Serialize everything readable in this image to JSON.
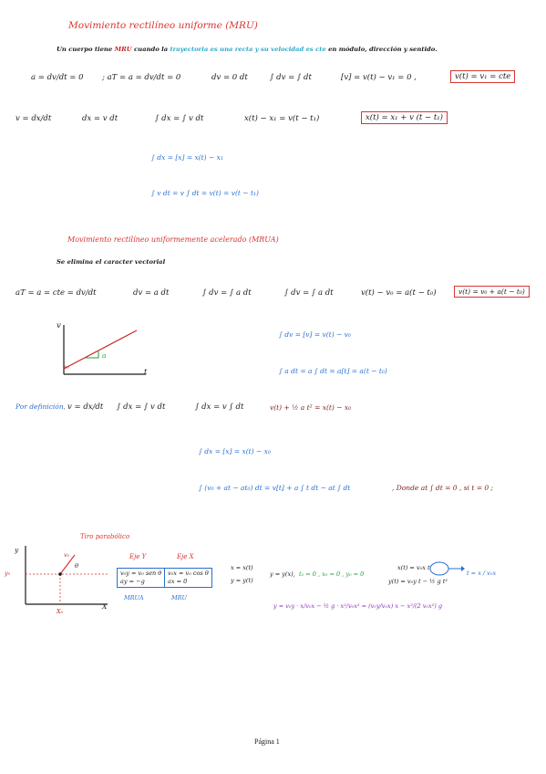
{
  "mru": {
    "title": "Movimiento rectilíneo uniforme (MRU)",
    "intro_a": "Un cuerpo tiene ",
    "intro_mru": "MRU",
    "intro_b": " cuando la ",
    "intro_c": "trayectoria es una recta y su velocidad es cte",
    "intro_d": " en módulo, dirección y sentido.",
    "eq1a": "a = dv/dt = 0",
    "eq1b": "; aT = a = dv/dt = 0",
    "eq1c": "dv = 0 dt",
    "eq1d": "∫ dv = ∫ dt",
    "eq1e": "[v] = v(t) − v₁ = 0 ,",
    "eq1box": "v(t) = v₁ = cte",
    "eq2a": "v = dx/dt",
    "eq2b": "dx = v dt",
    "eq2c": "∫ dx = ∫ v dt",
    "eq2d": "x(t) − x₁ = v(t − t₁)",
    "eq2box": "x(t) = x₁ + v (t − t₁)",
    "eq3": "∫ dx = [x] = x(t) − x₁",
    "eq4": "∫ v dt = v ∫ dt = v(t) = v(t − t₁)"
  },
  "mrua": {
    "title": "Movimiento rectilíneo uniformemente acelerado (MRUA)",
    "intro": "Se elimina el caracter vectorial",
    "eq1a": "aT = a = cte = dv/dt",
    "eq1b": "dv = a dt",
    "eq1c": "∫ dv = ∫ a dt",
    "eq1d": "∫ dv = ∫ a dt",
    "eq1e": "v(t) − v₀ = a(t − t₀)",
    "eq1box": "v(t) = v₀ + a(t − t₀)",
    "eq2": "∫ dv = [v] = v(t) − v₀",
    "eq3": "∫ a dt = a ∫ dt = a[t] = a(t − t₀)",
    "graph_v": "v",
    "graph_t": "t",
    "graph_a": "a",
    "graph_v0": "v₀",
    "def_label": "Por definición,",
    "def1": "v = dx/dt",
    "def2": "∫ dx = ∫ v dt",
    "def3": "∫ dx = v ∫ dt",
    "def4": "v(t) + ½ a t² = x(t) − x₀",
    "def5": "∫ dx = [x] = x(t) − x₀",
    "def6": "∫ (v₀ + at − at₀) dt = v[t] + a ∫ t dt − at ∫ dt",
    "def6b": ", Donde at ∫ dt = 0 , si t = 0 ;"
  },
  "tiro": {
    "title": "Tiro parabólico",
    "axis_y": "y",
    "axis_x": "X",
    "y0": "y₀",
    "x0": "X₀",
    "v0": "v₀",
    "theta": "θ",
    "eje_y": "Eje Y",
    "eje_y_l1": "v₀y = v₀ sen θ",
    "eje_y_l2": "ay = −g",
    "eje_y_tag": "MRUA",
    "eje_x": "Eje X",
    "eje_x_l1": "v₀x = v₀ cos θ",
    "eje_x_l2": "ax = 0",
    "eje_x_tag": "MRU",
    "sys_a": "x = x(t)",
    "sys_b": "y = y(t)",
    "sys_c": "y = y(x),",
    "sys_d": "t₀ = 0 , x₀ = 0 , y₀ = 0",
    "sys_e1": "x(t) = v₀x t",
    "sys_e2": "y(t) = v₀y t − ½ g t²",
    "sys_f": "t = x / v₀x",
    "final": "y = v₀y · x/v₀x − ½ g · x²/v₀x² = (v₀y/v₀x) x − x²/(2 v₀x²) g"
  },
  "footer": "Página 1"
}
